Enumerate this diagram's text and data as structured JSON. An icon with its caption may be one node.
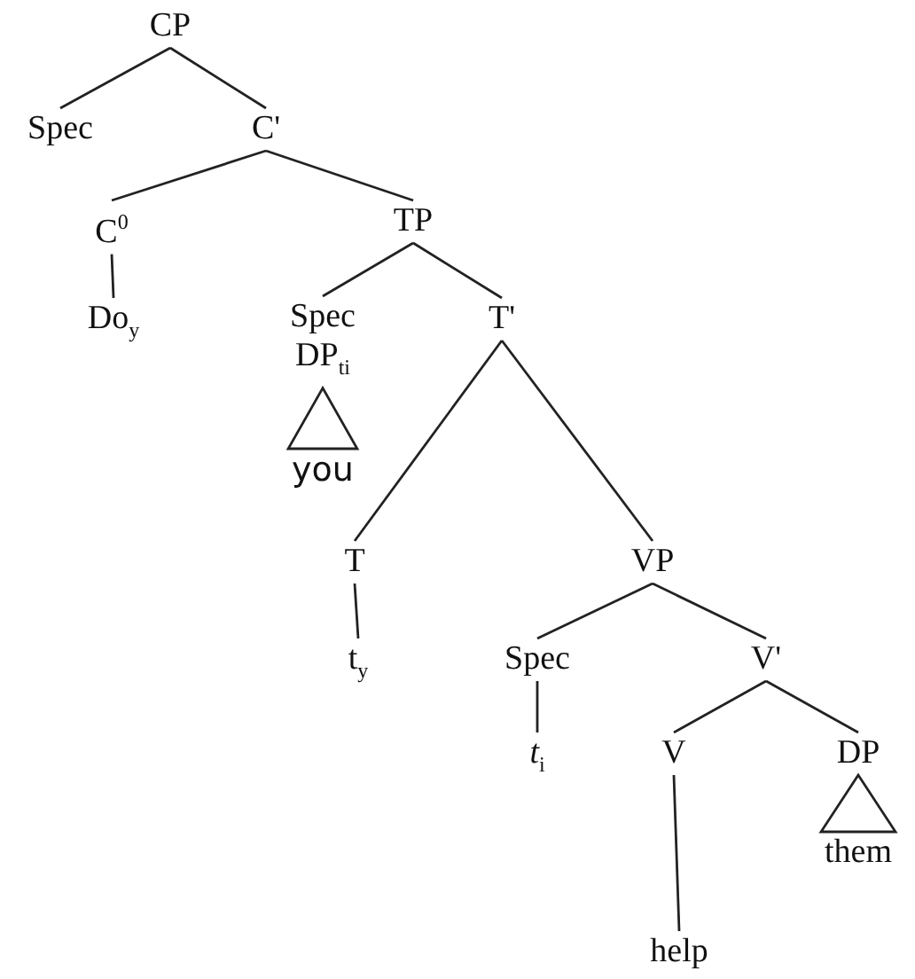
{
  "diagram": {
    "nodes": [
      {
        "text": [
          "CP"
        ]
      },
      {
        "text": [
          "Spec"
        ]
      },
      {
        "text": [
          "C'"
        ]
      },
      {
        "text": [
          "C$^{0}$"
        ]
      },
      {
        "text": [
          "TP"
        ]
      },
      {
        "text": [
          "Do$_{y}$"
        ]
      },
      {
        "text": [
          "Spec",
          "DP$_{ti}$"
        ]
      },
      {
        "text": [
          "T'"
        ]
      },
      {
        "text": [
          "you"
        ]
      },
      {
        "text": [
          "T"
        ]
      },
      {
        "text": [
          "VP"
        ]
      },
      {
        "text": [
          "t$_{y}$"
        ]
      },
      {
        "text": [
          "Spec"
        ]
      },
      {
        "text": [
          "V'"
        ]
      },
      {
        "text": [
          "*t*$_{i}$"
        ]
      },
      {
        "text": [
          "V"
        ]
      },
      {
        "text": [
          "DP"
        ]
      },
      {
        "text": [
          "help"
        ]
      },
      {
        "text": [
          "them"
        ]
      }
    ],
    "edges": [
      {
        "from": 0,
        "to": 1,
        "arrow": "none"
      },
      {
        "from": 0,
        "to": 2,
        "arrow": "none"
      },
      {
        "from": 2,
        "to": 3,
        "arrow": "none"
      },
      {
        "from": 2,
        "to": 4,
        "arrow": "none"
      },
      {
        "from": 3,
        "to": 5,
        "arrow": "none"
      },
      {
        "from": 4,
        "to": 6,
        "arrow": "none"
      },
      {
        "from": 4,
        "to": 7,
        "arrow": "none"
      },
      {
        "from": 6,
        "to": 8,
        "arrow": "none"
      },
      {
        "from": 7,
        "to": 9,
        "arrow": "none"
      },
      {
        "from": 7,
        "to": 10,
        "arrow": "none"
      },
      {
        "from": 9,
        "to": 11,
        "arrow": "none"
      },
      {
        "from": 10,
        "to": 12,
        "arrow": "none"
      },
      {
        "from": 10,
        "to": 13,
        "arrow": "none"
      },
      {
        "from": 12,
        "to": 14,
        "arrow": "none"
      },
      {
        "from": 13,
        "to": 15,
        "arrow": "none"
      },
      {
        "from": 13,
        "to": 16,
        "arrow": "none"
      },
      {
        "from": 15,
        "to": 17,
        "arrow": "none"
      },
      {
        "from": 16,
        "to": 18,
        "arrow": "none"
      }
    ]
  }
}
